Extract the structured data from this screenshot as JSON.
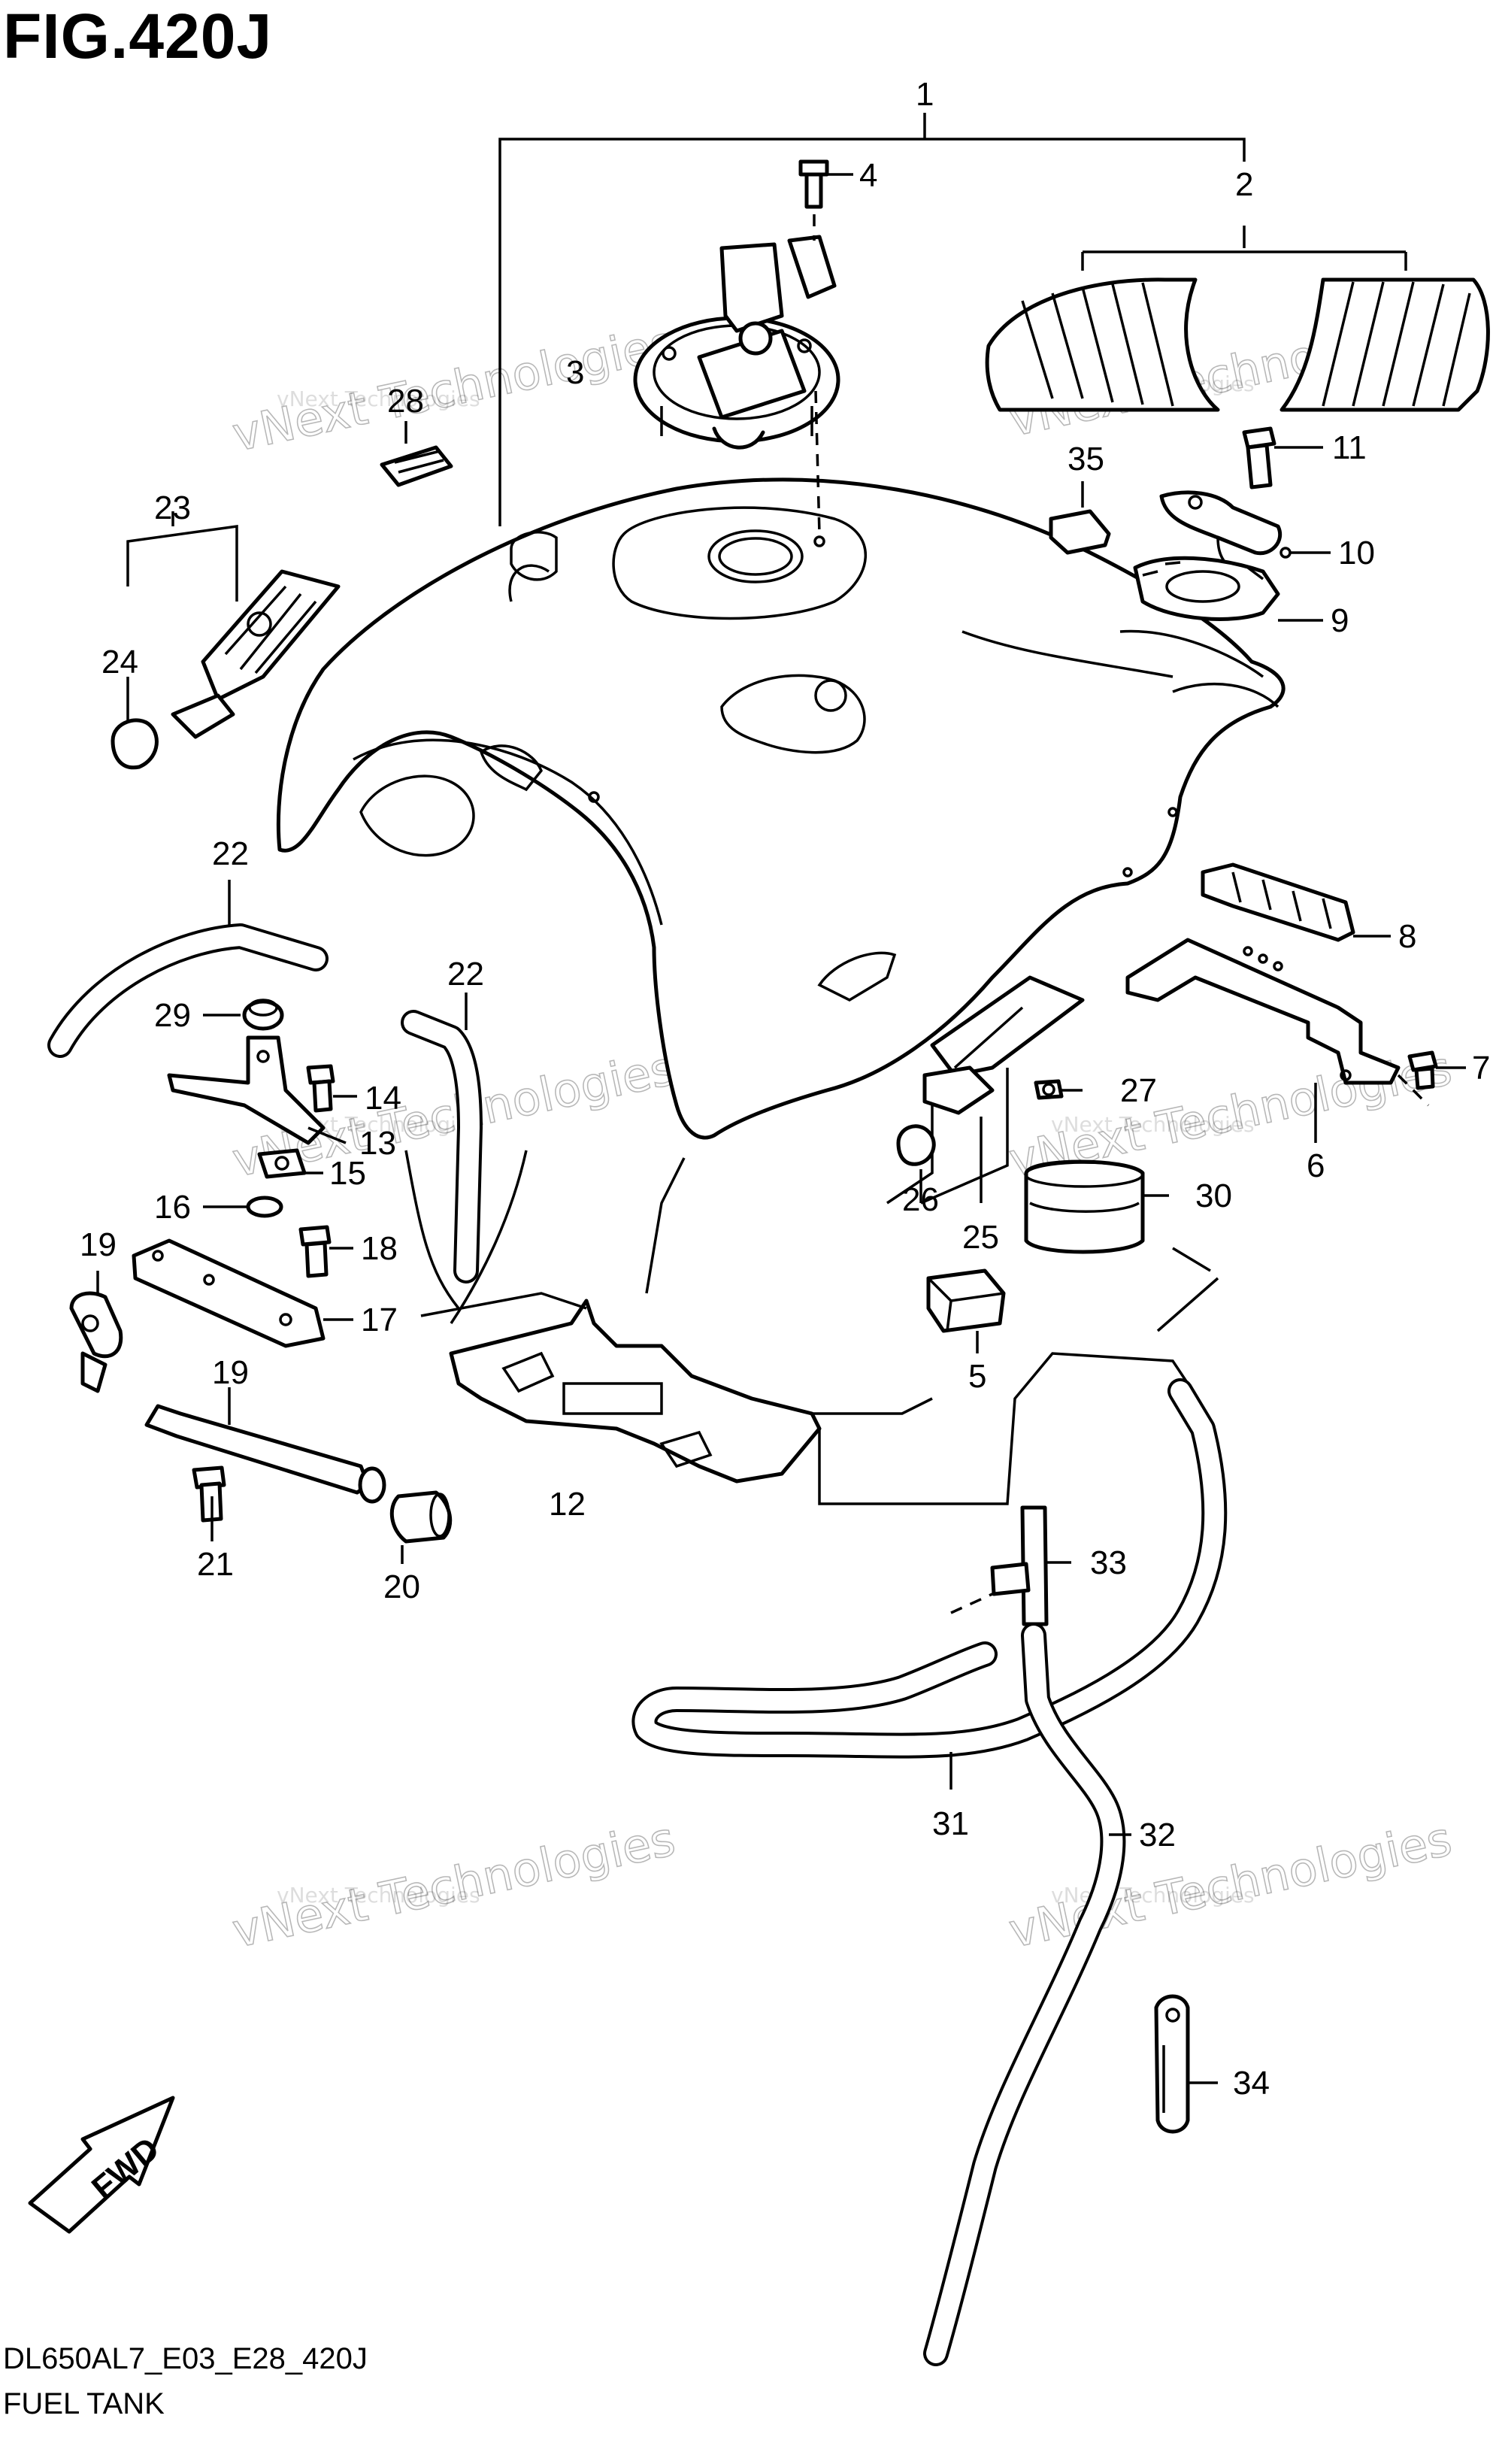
{
  "figure": {
    "title": "FIG.420J",
    "code": "DL650AL7_E03_E28_420J",
    "name": "FUEL TANK"
  },
  "fwd_label": "FWD",
  "watermark": {
    "small": "vNext Technologies",
    "big": "vNext Technologies"
  },
  "callouts": [
    {
      "id": "c1",
      "label": "1"
    },
    {
      "id": "c2",
      "label": "2"
    },
    {
      "id": "c3",
      "label": "3"
    },
    {
      "id": "c4",
      "label": "4"
    },
    {
      "id": "c5",
      "label": "5"
    },
    {
      "id": "c6",
      "label": "6"
    },
    {
      "id": "c7",
      "label": "7"
    },
    {
      "id": "c8",
      "label": "8"
    },
    {
      "id": "c9",
      "label": "9"
    },
    {
      "id": "c10",
      "label": "10"
    },
    {
      "id": "c11",
      "label": "11"
    },
    {
      "id": "c12",
      "label": "12"
    },
    {
      "id": "c13",
      "label": "13"
    },
    {
      "id": "c14",
      "label": "14"
    },
    {
      "id": "c15",
      "label": "15"
    },
    {
      "id": "c16",
      "label": "16"
    },
    {
      "id": "c17",
      "label": "17"
    },
    {
      "id": "c18",
      "label": "18"
    },
    {
      "id": "c19a",
      "label": "19"
    },
    {
      "id": "c19b",
      "label": "19"
    },
    {
      "id": "c20",
      "label": "20"
    },
    {
      "id": "c21",
      "label": "21"
    },
    {
      "id": "c22a",
      "label": "22"
    },
    {
      "id": "c22b",
      "label": "22"
    },
    {
      "id": "c23",
      "label": "23"
    },
    {
      "id": "c24",
      "label": "24"
    },
    {
      "id": "c25",
      "label": "25"
    },
    {
      "id": "c26",
      "label": "26"
    },
    {
      "id": "c27",
      "label": "27"
    },
    {
      "id": "c28",
      "label": "28"
    },
    {
      "id": "c29",
      "label": "29"
    },
    {
      "id": "c30",
      "label": "30"
    },
    {
      "id": "c31",
      "label": "31"
    },
    {
      "id": "c32",
      "label": "32"
    },
    {
      "id": "c33",
      "label": "33"
    },
    {
      "id": "c34",
      "label": "34"
    },
    {
      "id": "c35",
      "label": "35"
    }
  ]
}
